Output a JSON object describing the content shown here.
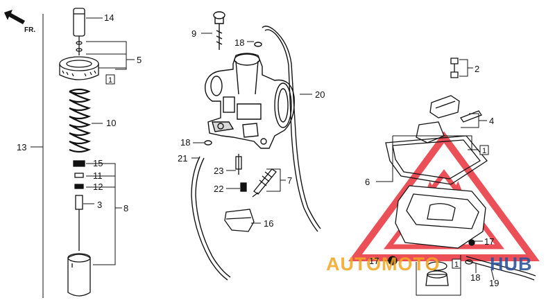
{
  "front_marker": {
    "label": "FR."
  },
  "callouts": {
    "p14": "14",
    "p5": "5",
    "p1a": "1",
    "p10": "10",
    "p13": "13",
    "p15": "15",
    "p11": "11",
    "p12": "12",
    "p3": "3",
    "p8": "8",
    "p9": "9",
    "p18a": "18",
    "p20": "20",
    "p18b": "18",
    "p21": "21",
    "p23": "23",
    "p22": "22",
    "p7": "7",
    "p16": "16",
    "p2": "2",
    "p4": "4",
    "p1b": "1",
    "p6": "6",
    "p17a": "17",
    "p17b": "17",
    "p1c": "1",
    "p18c": "18",
    "p19": "19"
  },
  "watermark": {
    "text_orange": "AUTOMOTO",
    "text_blue": "HUB",
    "color_red": "#e8323c",
    "color_orange": "#f5a623",
    "color_blue": "#2a4f9c"
  }
}
